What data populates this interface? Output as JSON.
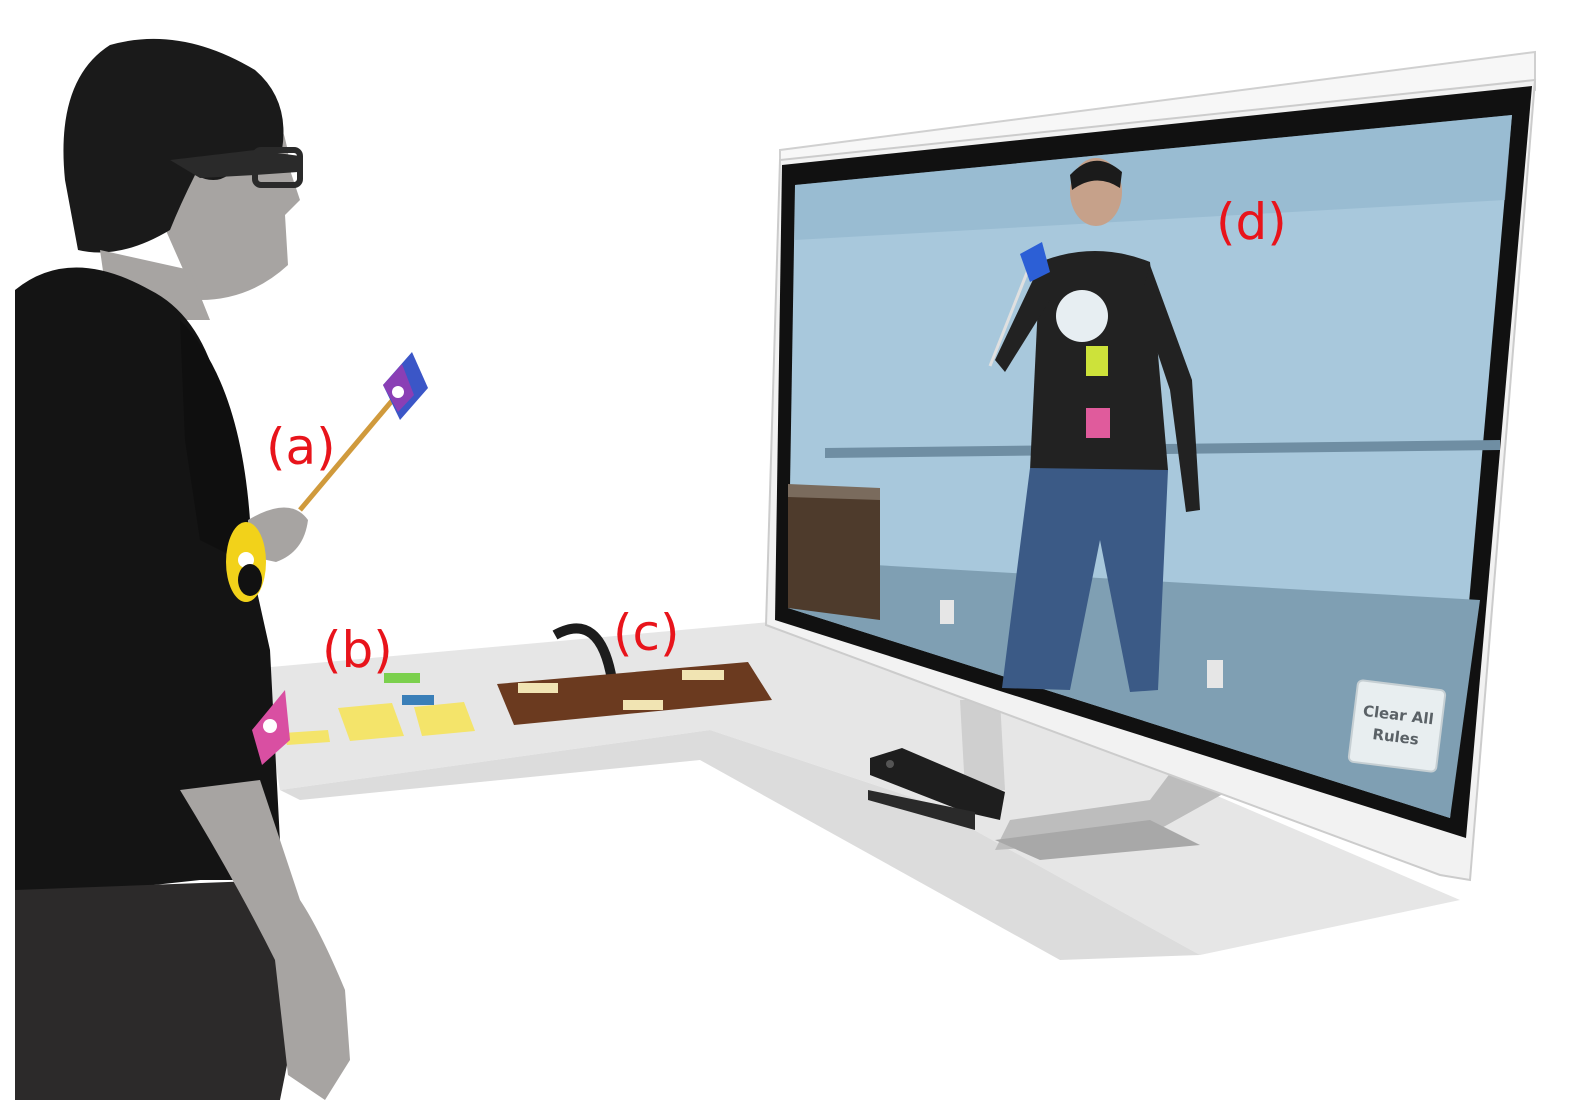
{
  "callouts": {
    "a": "(a)",
    "b": "(b)",
    "c": "(c)",
    "d": "(d)"
  },
  "screen": {
    "clear_button_line1": "Clear All",
    "clear_button_line2": "Rules"
  },
  "colors": {
    "callout_text": "#e8141b",
    "shirt": "#141414",
    "skin": "#a7a4a2",
    "screen_wall": "#9fc3d9",
    "tangible_board": "#6b3a1f",
    "sticky_note": "#f4e46a"
  },
  "icons": {
    "wand": "tangible-wand-icon",
    "sensor": "kinect-sensor-icon"
  }
}
